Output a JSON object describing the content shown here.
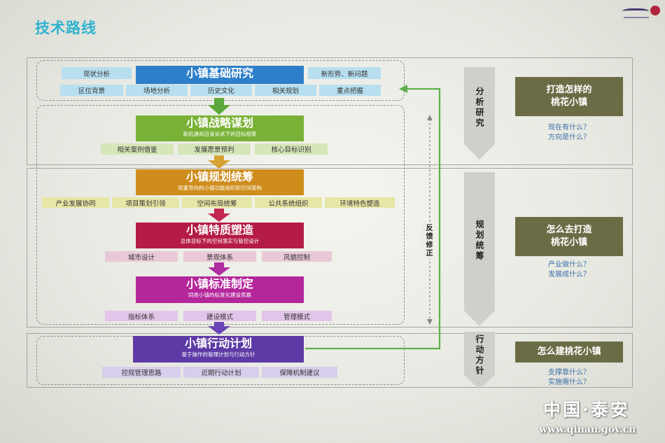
{
  "page_title": "技术路线",
  "stage1": {
    "main": "小镇基础研究",
    "top_left": "现状分析",
    "top_right": "新形势、新问题",
    "tags": [
      "区位背景",
      "场地分析",
      "历史文化",
      "相关规划",
      "重点把握"
    ]
  },
  "stage2": {
    "main": "小镇战略谋划",
    "sub": "新机遇和自身诉求下的目标统筹",
    "tags": [
      "相关案例借鉴",
      "发展愿景预判",
      "核心目标识别"
    ]
  },
  "stage3": {
    "main": "小镇规划统筹",
    "sub": "双重导向的小镇功能组织和空间架构",
    "tags": [
      "产业发展协同",
      "项目策划引领",
      "空间布局统筹",
      "公共系统组织",
      "环境特色塑造"
    ]
  },
  "stage4": {
    "main": "小镇特质塑造",
    "sub": "总体目标下的空间落实与管控设计",
    "tags": [
      "城市设计",
      "景观体系",
      "风貌控制"
    ]
  },
  "stage5": {
    "main": "小镇标准制定",
    "sub": "同类小镇的标准化建设思路",
    "tags": [
      "指标体系",
      "建设模式",
      "管理模式"
    ]
  },
  "stage6": {
    "main": "小镇行动计划",
    "sub": "基于操作的管理计划与行动方针",
    "tags": [
      "控规管理思路",
      "近期行动计划",
      "保障机制建议"
    ]
  },
  "feedback": "反馈修正",
  "phases": [
    {
      "label": "分析研究",
      "question": "打造怎样的\n桃花小镇",
      "sub": [
        "现在有什么？",
        "方向是什么？"
      ]
    },
    {
      "label": "规划统筹",
      "question": "怎么去打造\n桃花小镇",
      "sub": [
        "产业做什么？",
        "发展成什么？"
      ]
    },
    {
      "label": "行动方针",
      "question": "怎么建桃花小镇",
      "sub": [
        "支撑靠什么？",
        "实施需什么？"
      ]
    }
  ],
  "watermark": {
    "name": "中国·泰安",
    "url": "www.qinan.gov.cn"
  },
  "colors": {
    "blue": "#2e7fc9",
    "green": "#79b236",
    "orange": "#cf8d1c",
    "crimson": "#b51c45",
    "magenta": "#b4279b",
    "violet": "#5e3aa6",
    "title": "#2fb3cf",
    "question_box": "#6b6b46",
    "question_text": "#3a6ea8",
    "feedback_arrow": "#5fb04a"
  }
}
